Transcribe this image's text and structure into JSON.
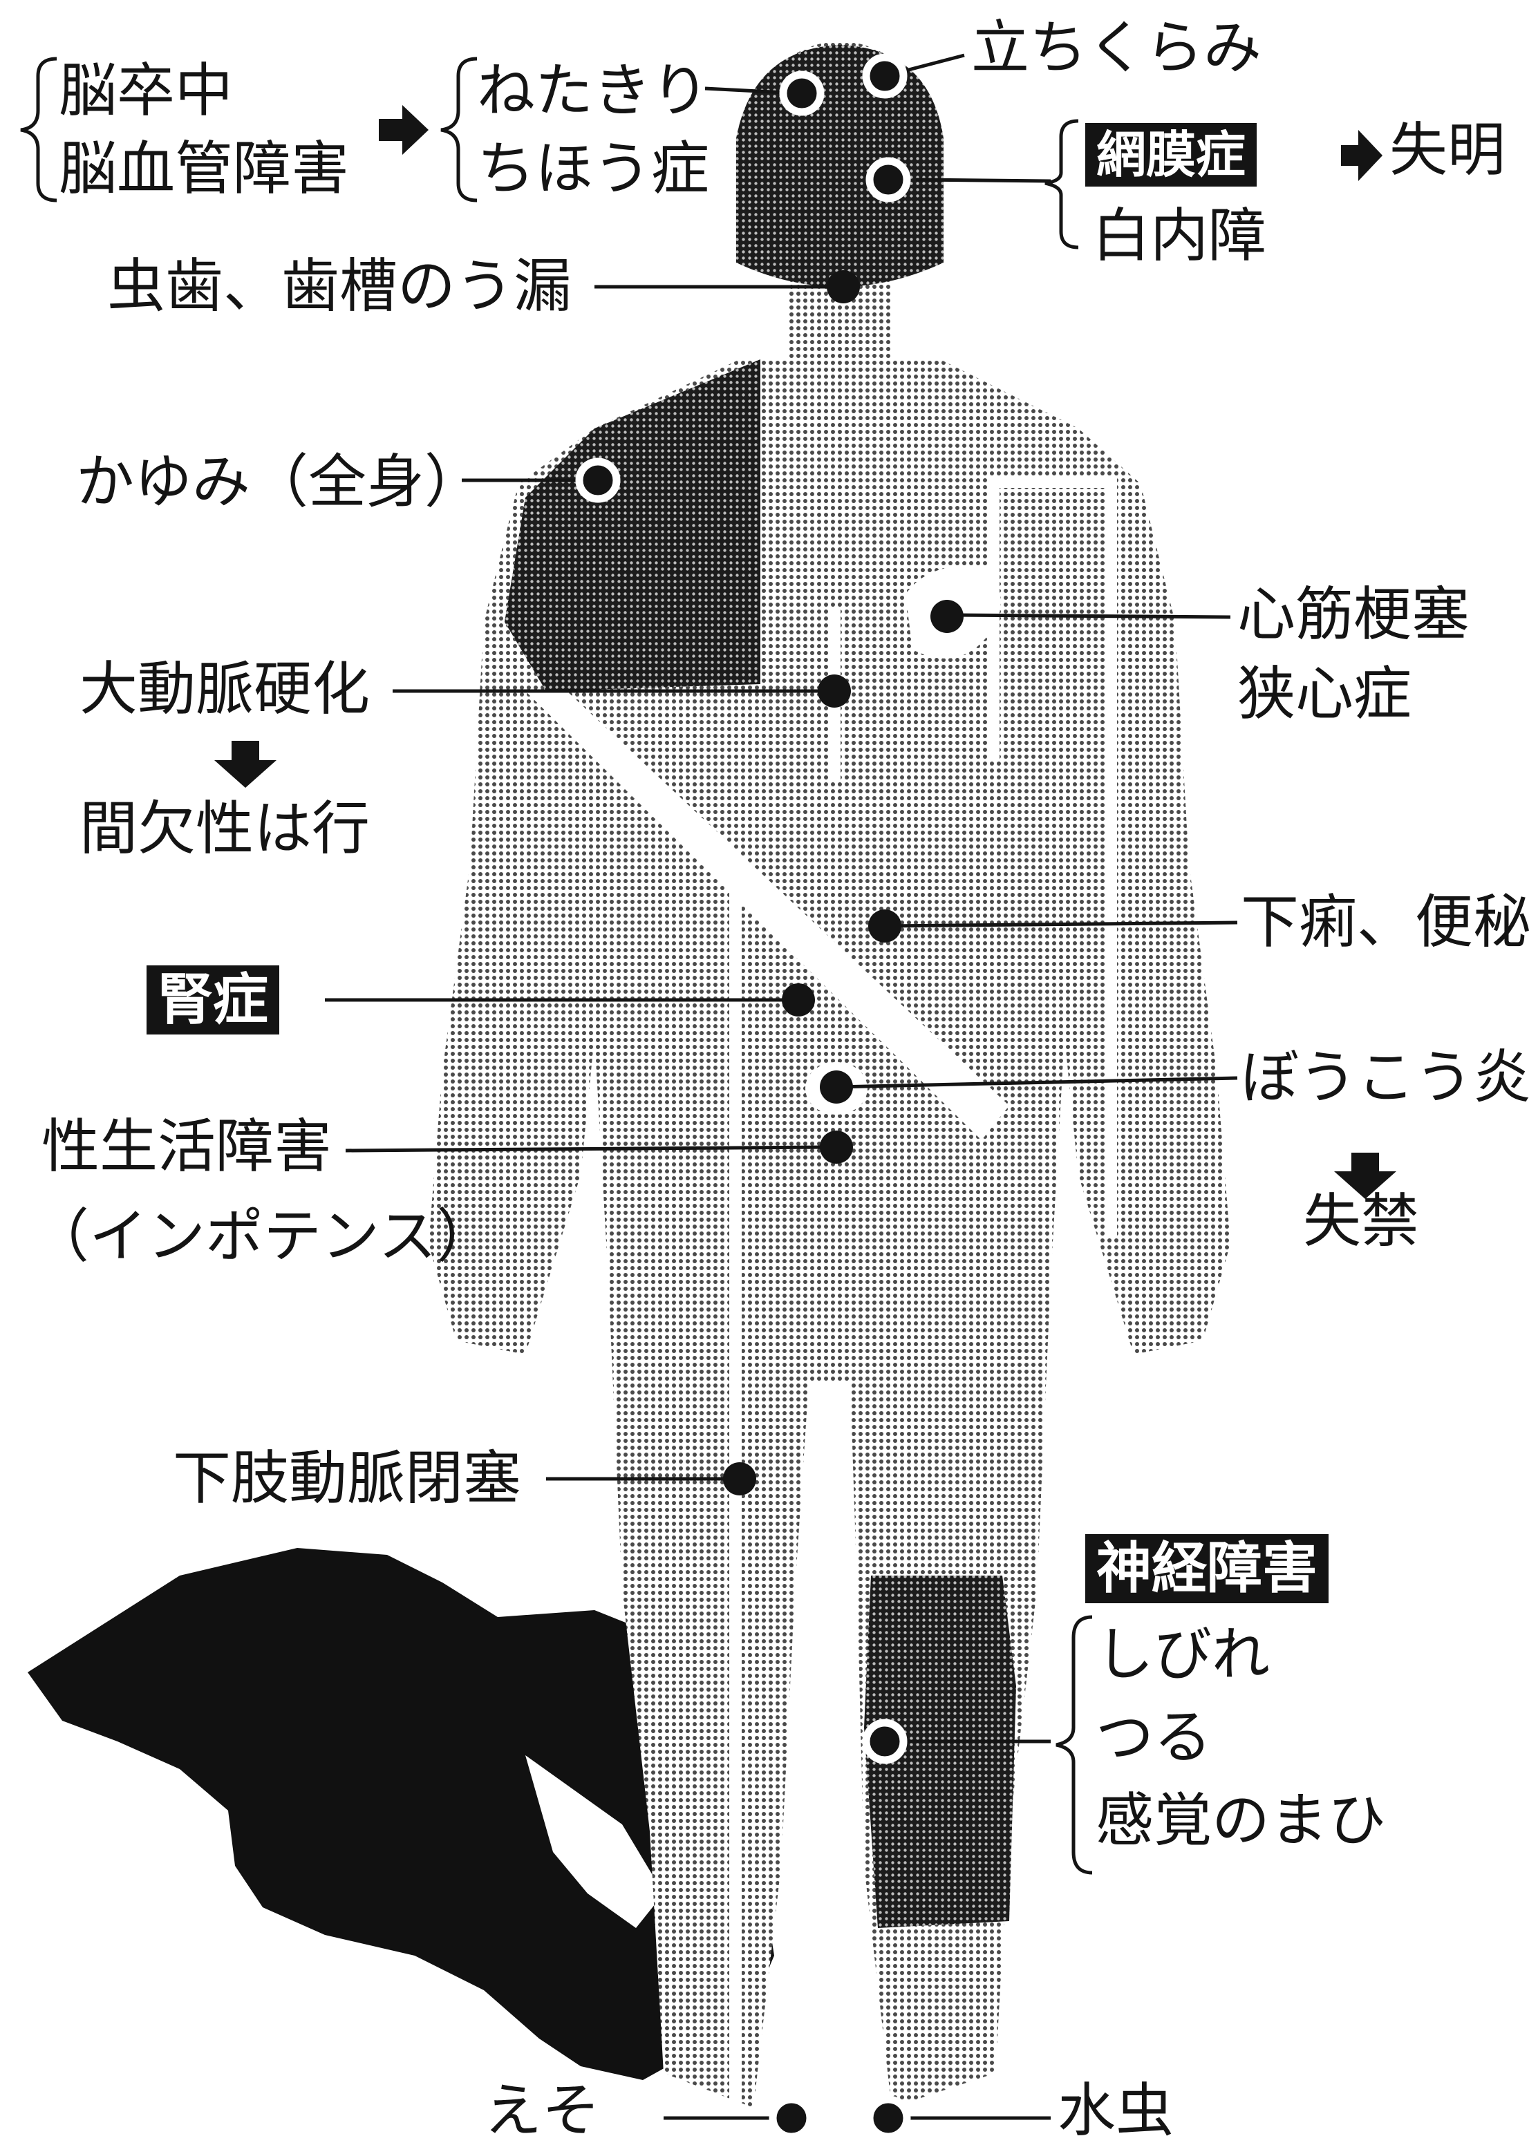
{
  "labels": {
    "stroke": "脳卒中",
    "cerebrovascular": "脳血管障害",
    "bedridden": "ねたきり",
    "dementia": "ちほう症",
    "dizziness": "立ちくらみ",
    "retinopathy": "網膜症",
    "blindness": "失明",
    "cataract": "白内障",
    "caries": "虫歯、歯槽のう漏",
    "itching": "かゆみ（全身）",
    "infarction": "心筋梗塞",
    "angina": "狭心症",
    "arteriosclerosis": "大動脈硬化",
    "claudication": "間欠性は行",
    "diarrhea": "下痢、便秘",
    "nephropathy": "腎症",
    "cystitis": "ぼうこう炎",
    "incontinence": "失禁",
    "sexual": "性生活障害",
    "impotence": "（インポテンス）",
    "leg_artery": "下肢動脈閉塞",
    "neuropathy": "神経障害",
    "numbness": "しびれ",
    "cramps": "つる",
    "sensory": "感覚のまひ",
    "gangrene": "えそ",
    "athletes_foot": "水虫"
  },
  "colors": {
    "ink": "#141414",
    "body_light": "#bdbdbd",
    "body_dark": "#3d3d3d",
    "shadow": "#111111"
  }
}
